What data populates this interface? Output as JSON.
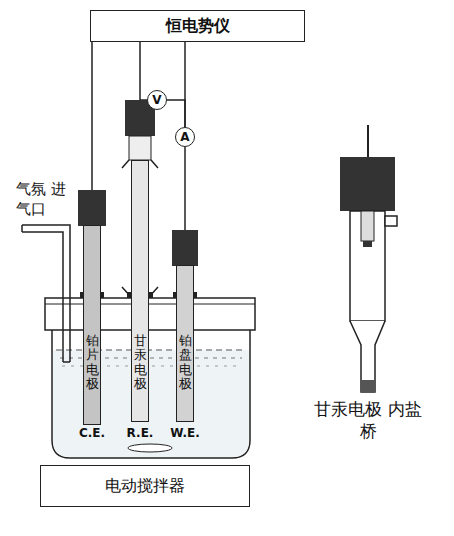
{
  "diagram": {
    "nodes": [
      {
        "text": [
          "恒电势仪"
        ]
      },
      {
        "text": [
          "V"
        ]
      },
      {
        "text": [
          "A"
        ]
      },
      {
        "text": [
          "铂片电极"
        ]
      },
      {
        "text": [
          "甘汞电极"
        ]
      },
      {
        "text": [
          "铂盘电极"
        ]
      },
      {
        "text": [
          "电动搅拌器"
        ]
      }
    ],
    "edges": [
      {
        "from": 0,
        "to": 3,
        "arrow": "none"
      },
      {
        "from": 0,
        "to": 4,
        "arrow": "none"
      },
      {
        "from": 1,
        "to": 2,
        "arrow": "none"
      },
      {
        "from": 0,
        "to": 2,
        "arrow": "none"
      },
      {
        "from": 2,
        "to": 5,
        "arrow": "none"
      }
    ],
    "labels": [
      "气氛 进气口",
      "C.E.",
      "R.E.",
      "W.E.",
      "甘汞电极 内盐桥"
    ]
  }
}
